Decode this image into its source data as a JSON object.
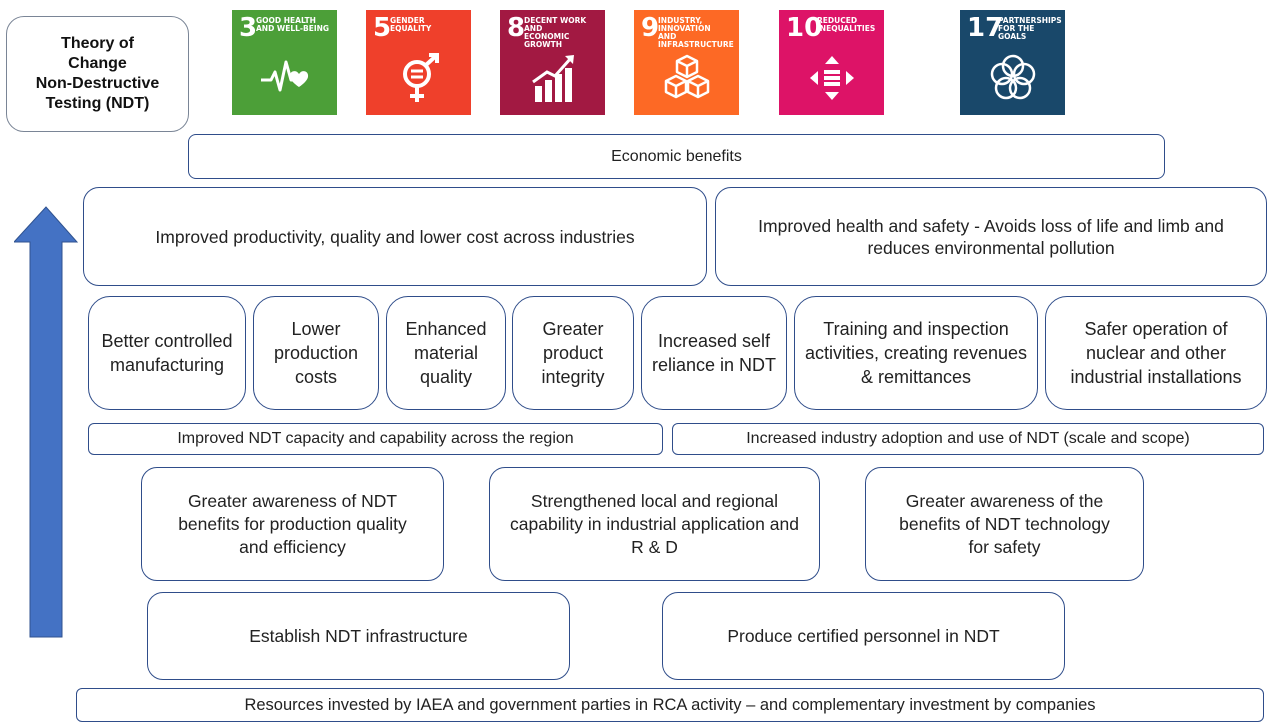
{
  "title": "Theory of\nChange\nNon-Destructive\nTesting (NDT)",
  "sdgs": [
    {
      "number": "3",
      "label": "GOOD HEALTH\nAND WELL-BEING",
      "icon": "heartbeat-icon",
      "color": "#4c9f38"
    },
    {
      "number": "5",
      "label": "GENDER\nEQUALITY",
      "icon": "gender-equality-icon",
      "color": "#ef402b"
    },
    {
      "number": "8",
      "label": "DECENT WORK AND\nECONOMIC GROWTH",
      "icon": "growth-chart-icon",
      "color": "#a21942"
    },
    {
      "number": "9",
      "label": "INDUSTRY, INNOVATION\nAND INFRASTRUCTURE",
      "icon": "cubes-icon",
      "color": "#fd6925"
    },
    {
      "number": "10",
      "label": "REDUCED\nINEQUALITIES",
      "icon": "equality-arrows-icon",
      "color": "#dd1367"
    },
    {
      "number": "17",
      "label": "PARTNERSHIPS\nFOR THE GOALS",
      "icon": "partnership-rings-icon",
      "color": "#19486a"
    }
  ],
  "colors": {
    "arrow": "#4472c4",
    "box_border": "#2f4d8a"
  },
  "impact": "Economic benefits",
  "outcomes": {
    "productivity": "Improved productivity, quality and lower cost across industries",
    "health_safety": "Improved health and safety - Avoids loss of life and limb and reduces environmental pollution"
  },
  "benefits": [
    "Better controlled manufacturing",
    "Lower production costs",
    "Enhanced material quality",
    "Greater product integrity",
    "Increased self reliance in NDT",
    "Training and inspection activities, creating revenues & remittances",
    "Safer operation of nuclear and other industrial installations"
  ],
  "intermediate": {
    "capacity": "Improved NDT capacity and capability across the region",
    "adoption": "Increased industry adoption and use of NDT (scale and scope)"
  },
  "awareness": [
    "Greater awareness of NDT benefits for production quality and efficiency",
    "Strengthened local and regional capability in industrial application and R & D",
    "Greater awareness of the benefits of NDT technology for safety"
  ],
  "outputs": {
    "infrastructure": "Establish NDT infrastructure",
    "personnel": "Produce certified personnel in NDT"
  },
  "inputs": "Resources invested by IAEA and government parties in RCA activity – and complementary investment by companies"
}
